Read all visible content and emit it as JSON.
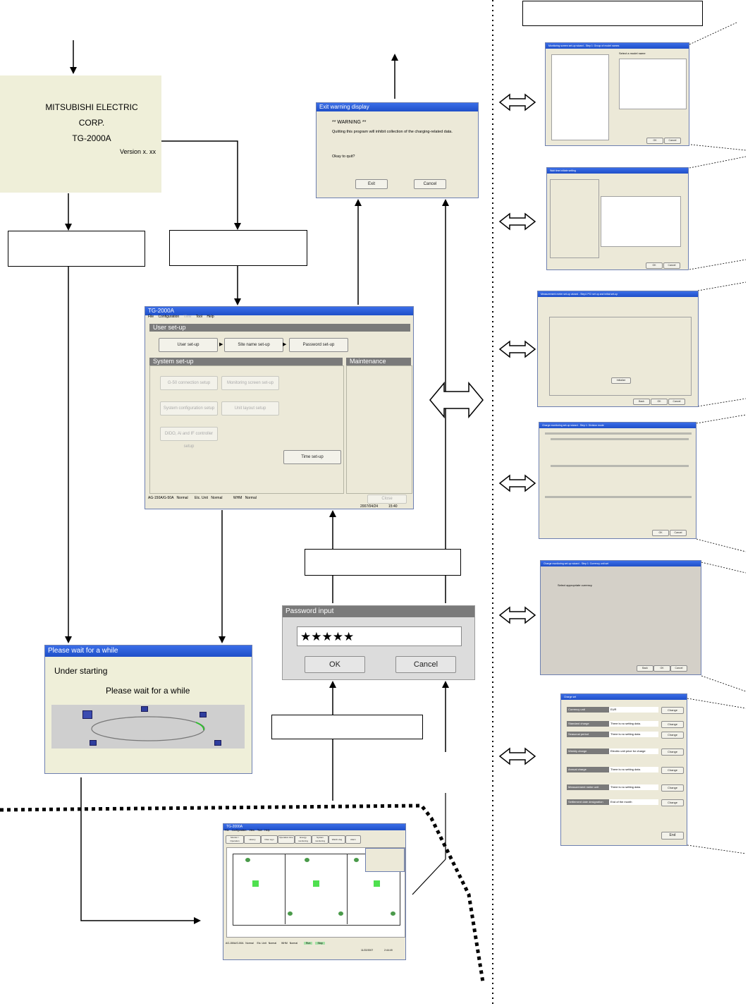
{
  "splash": {
    "line1": "MITSUBISHI ELECTRIC",
    "line2": "CORP.",
    "line3": "TG-2000A",
    "version": "Version x. xx"
  },
  "warning_dialog": {
    "title": "Exit warning display",
    "heading": "** WARNING **",
    "message": "Quitting this program will inhibit collection of the charging-related data.",
    "question": "Okay to quit?",
    "exit_label": "Exit",
    "cancel_label": "Cancel"
  },
  "main_window": {
    "title": "TG-2000A",
    "menu": [
      "File",
      "Configuration",
      "View",
      "Tool",
      "Help"
    ],
    "user_setup": {
      "header": "User set-up",
      "buttons": [
        "User set-up",
        "Site name set-up",
        "Password set-up"
      ]
    },
    "system_setup": {
      "header": "System set-up",
      "buttons": [
        "G-50 connection setup",
        "Monitoring screen set-up",
        "System configuration setup",
        "Unit layout setup",
        "DIDO, Ai and IF controller setup",
        "Time set-up"
      ]
    },
    "maintenance": {
      "header": "Maintenance",
      "button": "Close"
    },
    "status": {
      "ag": "AG-150A/G-50A",
      "ag_state": "Normal",
      "etc": "Etc. Unit",
      "etc_state": "Normal",
      "whm": "WHM",
      "whm_state": "Normal",
      "date": "2007/04/24",
      "time": "15:40"
    }
  },
  "password_dialog": {
    "title": "Password input",
    "value": "★★★★★",
    "ok_label": "OK",
    "cancel_label": "Cancel"
  },
  "wait_dialog": {
    "title": "Please wait for a while",
    "heading": "Under starting",
    "message": "Please wait for a while"
  },
  "monitor_window": {
    "title": "TG-2000A",
    "menu": [
      "File",
      "Configuration",
      "View",
      "Tool",
      "Help"
    ],
    "tabs": [
      "Monitor / Operation",
      "History",
      "Filter sign",
      "Operation time",
      "Energy monitoring",
      "System monitoring",
      "Watch-dog",
      "Alarm"
    ],
    "status": {
      "ag": "AG-150A/G-50A",
      "ag_state": "Normal",
      "etc": "Etc. Unit",
      "etc_state": "Normal",
      "whm": "WHM",
      "whm_state": "Normal",
      "run": "Run",
      "stop": "Stop",
      "date": "11/22/2007",
      "time": "2:44:49"
    }
  },
  "side_dialogs": {
    "d1": {
      "title": "Monitoring screen set-up wizard - Step 1: Group of model names",
      "select_label": "Select a model name",
      "ok": "OK",
      "cancel": "Cancel"
    },
    "d2": {
      "title": "Wait time initiate setting",
      "ok": "OK",
      "cancel": "Cancel"
    },
    "d3": {
      "title": "Measurement meter set-up wizard - Step1 PCI set up and initial set-up",
      "back": "Back",
      "ok": "OK",
      "cancel": "Cancel",
      "initialize": "Initialize"
    },
    "d4": {
      "title": "Charge monitoring set-up wizard - Step 1: Division mode",
      "ok": "OK",
      "cancel": "Cancel"
    },
    "d5": {
      "title": "Charge monitoring set-up wizard - Step 1: Currency unit set",
      "select_label": "Select appropriate currency",
      "back": "Back",
      "ok": "OK",
      "cancel": "Cancel"
    },
    "d6": {
      "title": "Charge set",
      "rows": [
        {
          "label": "Currency unit",
          "value": "EUR",
          "btn": "Change"
        },
        {
          "label": "Standard charge",
          "value": "There is no setting data.",
          "btn": "Change"
        },
        {
          "label": "Seasonal period",
          "value": "There is no setting data.",
          "btn": "Change"
        },
        {
          "label": "Weekly charge",
          "value": "Electric unit price for charge",
          "btn": "Change"
        },
        {
          "label": "Annual charge",
          "value": "There is no setting data.",
          "btn": "Change"
        },
        {
          "label": "Measurement meter unit",
          "value": "There is no setting data.",
          "btn": "Change"
        },
        {
          "label": "Settlement date designation",
          "value": "End of the month",
          "btn": "Change"
        }
      ],
      "end": "End"
    }
  }
}
